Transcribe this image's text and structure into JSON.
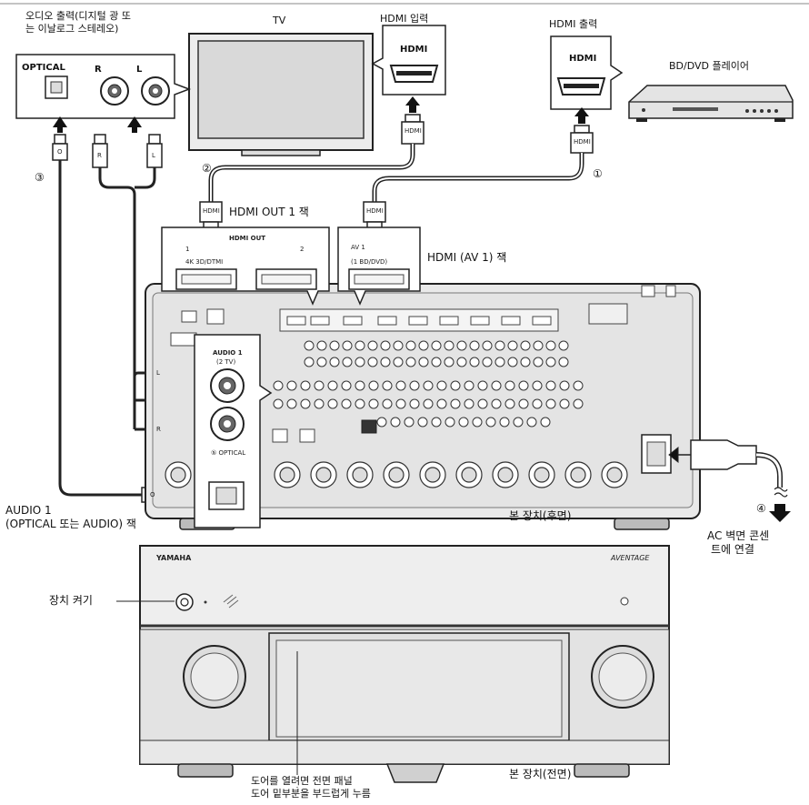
{
  "labels": {
    "audio_out_line1": "오디오 출력(디지털 광 또",
    "audio_out_line2": "는 이날로그 스테레오)",
    "tv": "TV",
    "hdmi_input": "HDMI 입력",
    "hdmi_output": "HDMI 출력",
    "bd_player": "BD/DVD 플레이어",
    "optical": "OPTICAL",
    "r_mark": "R",
    "l_mark": "L",
    "hdmi_logo": "HDMI",
    "step1": "①",
    "step2": "②",
    "step3": "③",
    "step4": "④",
    "hdmi_out1_jack": "HDMI OUT 1 잭",
    "hdmi_out_panel_title": "HDMI OUT",
    "hdmi_out_1": "1",
    "hdmi_out_2": "2",
    "hdmi_out_sub": "4K 3D/DTMI",
    "av1_panel_title": "AV 1",
    "av1_panel_sub": "(1 BD/DVD)",
    "hdmi_av1_jack": "HDMI (AV 1) 잭",
    "audio1_panel_title": "AUDIO 1",
    "audio1_panel_sub": "(2 TV)",
    "optical_small": "⑤ OPTICAL",
    "audio1_jack_line1": "AUDIO 1",
    "audio1_jack_line2": "(OPTICAL 또는 AUDIO) 잭",
    "main_unit_rear": "본 장치(후면)",
    "ac_outlet_line1": "AC 벽면 콘센",
    "ac_outlet_line2": "트에 연결",
    "yamaha": "YAMAHA",
    "aventage": "AVENTAGE",
    "power_on": "장치 켜기",
    "main_unit_front": "본 장치(전면)",
    "door_line1": "도어를 열려면 전면 패널",
    "door_line2": "도어 밑부분을 부드럽게 누름",
    "plug_o": "O",
    "plug_r": "R",
    "plug_l": "L"
  }
}
